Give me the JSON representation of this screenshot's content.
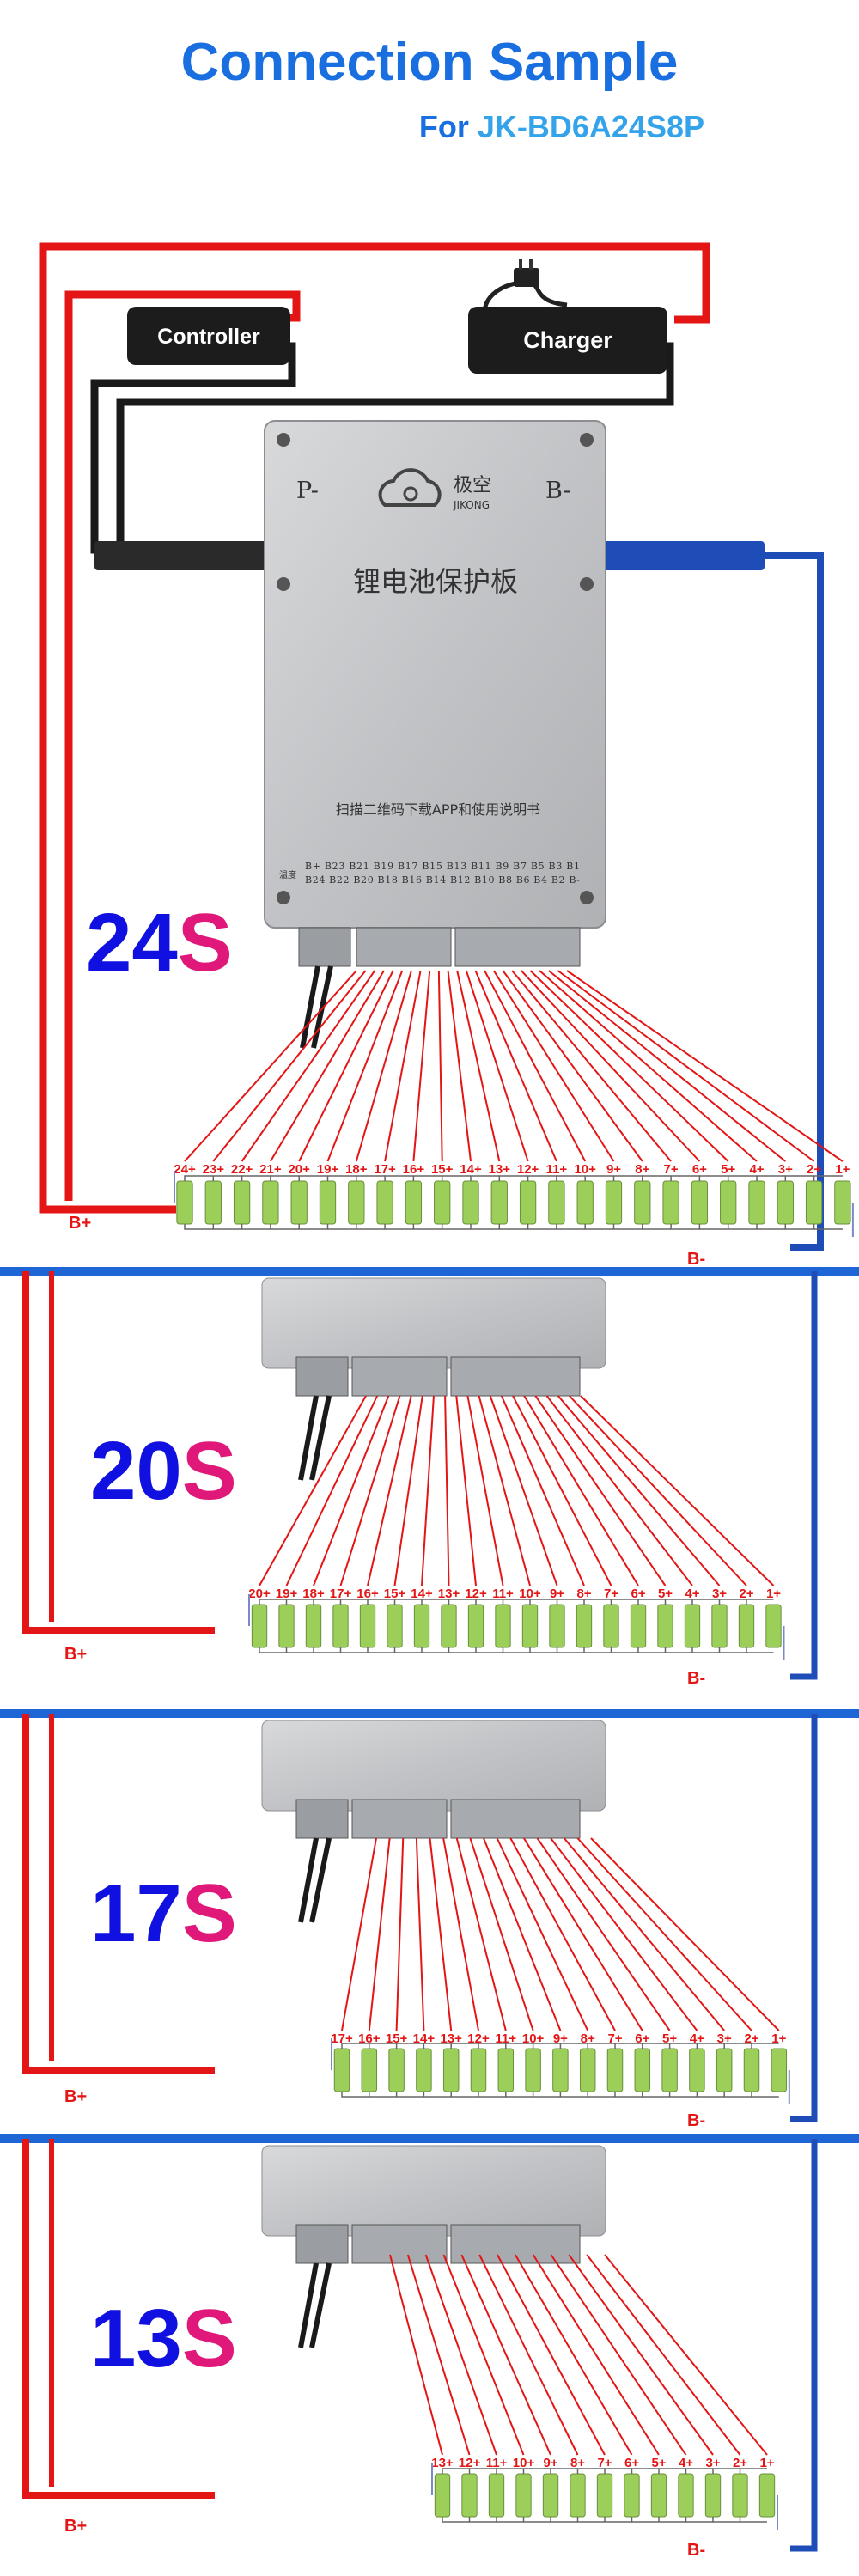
{
  "header": {
    "title": "Connection Sample",
    "subtitle_prefix": "For ",
    "subtitle_model": "JK-BD6A24S8P"
  },
  "colors": {
    "title_blue": "#1a6fe0",
    "subtitle_prefix": "#1a6fe0",
    "subtitle_model": "#35a3ea",
    "wire_red": "#e31515",
    "wire_blue": "#1f4db8",
    "divider_blue": "#1e66d6",
    "label_blue": "#1010e0",
    "label_pink": "#e0187a",
    "cell_green": "#9ccf5a",
    "board_silver": "#c8c9cb"
  },
  "top_diagram": {
    "controller_label": "Controller",
    "charger_label": "Charger",
    "board": {
      "p_minus": "P-",
      "b_minus": "B-",
      "brand_cn": "极空",
      "brand_en": "JIKONG",
      "product_cn": "锂电池保护板",
      "scan_text": "扫描二维码下载APP和使用说明书",
      "pin_row_1": "B+  B23 B21 B19 B17 B15 B13 B11 B9 B7 B5 B3 B1",
      "pin_row_2": "B24 B22 B20 B18 B16 B14 B12 B10 B8 B6 B4 B2 B-",
      "temp_label": "温度"
    }
  },
  "sections": [
    {
      "series_num": "24",
      "series_s": "S",
      "bplus_label": "B+",
      "bminus_label": "B-",
      "cell_labels": [
        "24+",
        "23+",
        "22+",
        "21+",
        "20+",
        "19+",
        "18+",
        "17+",
        "16+",
        "15+",
        "14+",
        "13+",
        "12+",
        "11+",
        "10+",
        "9+",
        "8+",
        "7+",
        "6+",
        "5+",
        "4+",
        "3+",
        "2+",
        "1+"
      ]
    },
    {
      "series_num": "20",
      "series_s": "S",
      "bplus_label": "B+",
      "bminus_label": "B-",
      "cell_labels": [
        "20+",
        "19+",
        "18+",
        "17+",
        "16+",
        "15+",
        "14+",
        "13+",
        "12+",
        "11+",
        "10+",
        "9+",
        "8+",
        "7+",
        "6+",
        "5+",
        "4+",
        "3+",
        "2+",
        "1+"
      ]
    },
    {
      "series_num": "17",
      "series_s": "S",
      "bplus_label": "B+",
      "bminus_label": "B-",
      "cell_labels": [
        "17+",
        "16+",
        "15+",
        "14+",
        "13+",
        "12+",
        "11+",
        "10+",
        "9+",
        "8+",
        "7+",
        "6+",
        "5+",
        "4+",
        "3+",
        "2+",
        "1+"
      ]
    },
    {
      "series_num": "13",
      "series_s": "S",
      "bplus_label": "B+",
      "bminus_label": "B-",
      "cell_labels": [
        "13+",
        "12+",
        "11+",
        "10+",
        "9+",
        "8+",
        "7+",
        "6+",
        "5+",
        "4+",
        "3+",
        "2+",
        "1+"
      ]
    }
  ]
}
